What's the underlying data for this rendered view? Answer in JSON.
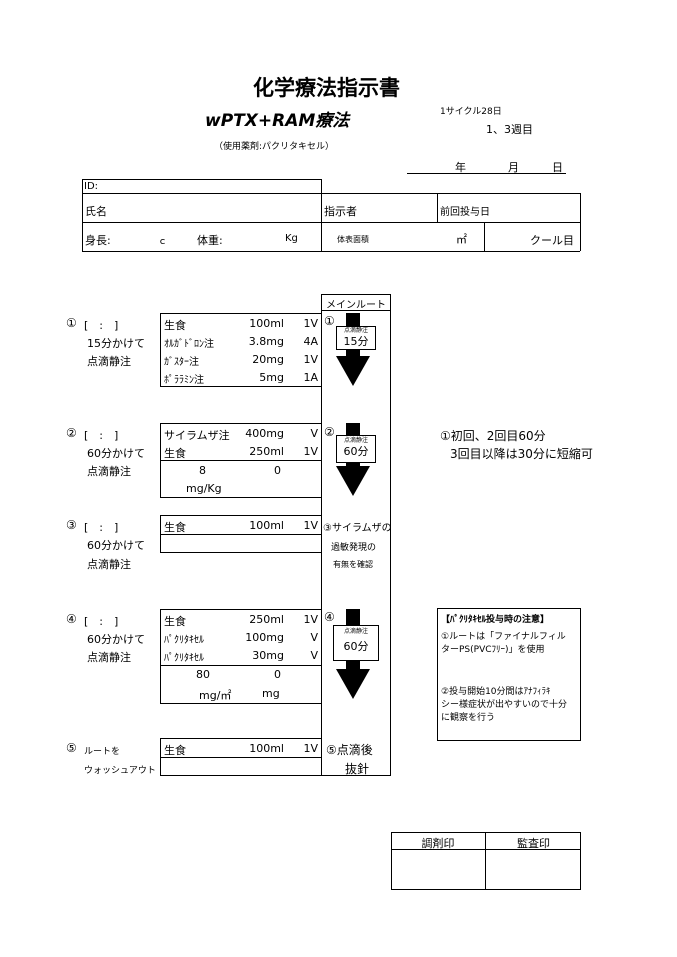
{
  "header": {
    "title": "化学療法指示書",
    "regimen": "wPTX+RAM療法",
    "drugs_used": "（使用薬剤:パクリタキセル）",
    "cycle": "1サイクル28日",
    "weeks": "1、3週目",
    "year": "年",
    "month": "月",
    "day": "日"
  },
  "patient": {
    "id_label": "ID:",
    "name_label": "氏名",
    "prescriber_label": "指示者",
    "prev_dose_label": "前回投与日",
    "height_label": "身長:",
    "height_unit": "ｃ",
    "weight_label": "体重:",
    "weight_unit": "Kg",
    "bsa_label": "体表面積",
    "bsa_unit": "㎡",
    "course_label": "クール目"
  },
  "main_route": {
    "label": "メインルート"
  },
  "steps": [
    {
      "num": "①",
      "time": "[　:　]",
      "duration": "15分かけて",
      "method": "点滴静注",
      "rows": [
        {
          "name": "生食",
          "dose": "100ml",
          "qty": "1V"
        },
        {
          "name": "ｵﾙｶﾞﾄﾞﾛﾝ注",
          "dose": "3.8mg",
          "qty": "4A"
        },
        {
          "name": "ｶﾞｽﾀｰ注",
          "dose": "20mg",
          "qty": "1V"
        },
        {
          "name": "ﾎﾟﾗﾗﾐﾝ注",
          "dose": "5mg",
          "qty": "1A"
        }
      ],
      "route_num": "①",
      "route_small": "点滴静注",
      "route_time": "15分"
    },
    {
      "num": "②",
      "time": "[　:　]",
      "duration": "60分かけて",
      "method": "点滴静注",
      "rows": [
        {
          "name": "サイラムザ注",
          "dose": "400mg",
          "qty": "V"
        },
        {
          "name": "生食",
          "dose": "250ml",
          "qty": "1V"
        }
      ],
      "calc": {
        "a": "8",
        "b": "0",
        "unit": "mg/Kg"
      },
      "route_num": "②",
      "route_small": "点滴静注",
      "route_time": "60分"
    },
    {
      "num": "③",
      "time": "[　:　]",
      "duration": "60分かけて",
      "method": "点滴静注",
      "rows": [
        {
          "name": "生食",
          "dose": "100ml",
          "qty": "1V"
        }
      ],
      "route_note1": "③サイラムザの",
      "route_note2": "過敏発現の",
      "route_note3": "有無を確認"
    },
    {
      "num": "④",
      "time": "[　:　]",
      "duration": "60分かけて",
      "method": "点滴静注",
      "rows": [
        {
          "name": "生食",
          "dose": "250ml",
          "qty": "1V"
        },
        {
          "name": "ﾊﾟｸﾘﾀｷｾﾙ",
          "dose": "100mg",
          "qty": "V"
        },
        {
          "name": "ﾊﾟｸﾘﾀｷｾﾙ",
          "dose": "30mg",
          "qty": "V"
        }
      ],
      "calc": {
        "a": "80",
        "b": "0",
        "unit_a": "mg/㎡",
        "unit_b": "mg"
      },
      "route_num": "④",
      "route_small": "点滴静注",
      "route_time": "60分"
    },
    {
      "num": "⑤",
      "line1": "ルートを",
      "line2": "ウォッシュアウト",
      "rows": [
        {
          "name": "生食",
          "dose": "100ml",
          "qty": "1V"
        }
      ],
      "route_note1": "⑤点滴後",
      "route_note2": "抜針"
    }
  ],
  "side_note": {
    "line1": "①初回、2回目60分",
    "line2": "3回目以降は30分に短縮可"
  },
  "caution": {
    "title": "【ﾊﾟｸﾘﾀｷｾﾙ投与時の注意】",
    "p1a": "①ルートは「ファイナルフィル",
    "p1b": "ターPS(PVCﾌﾘｰ)」を使用",
    "p2a": "②投与開始10分間はｱﾅﾌｨﾗｷ",
    "p2b": "シー様症状が出やすいので十分",
    "p2c": "に観察を行う"
  },
  "stamps": {
    "dispense": "調剤印",
    "audit": "監査印"
  }
}
